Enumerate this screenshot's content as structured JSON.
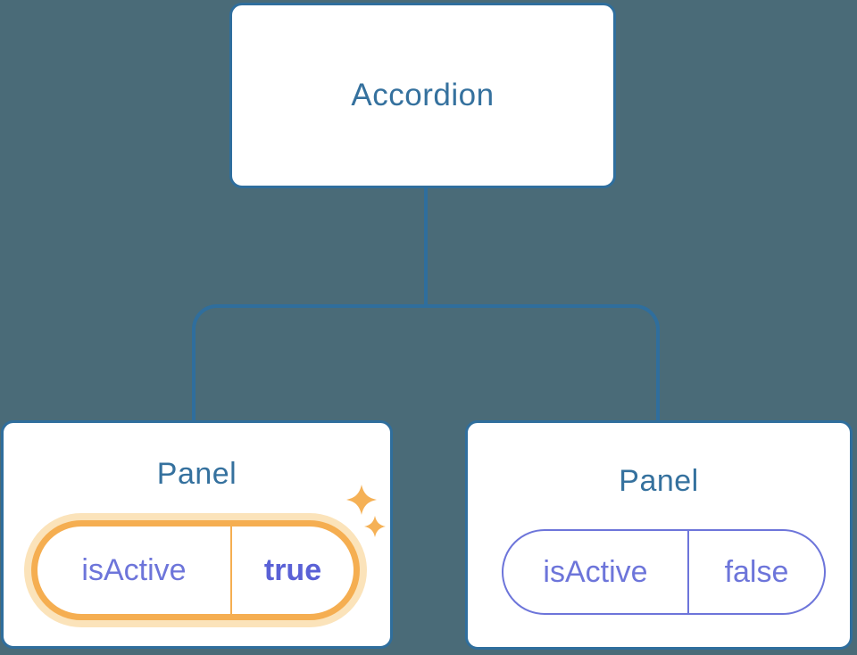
{
  "diagram": {
    "root": {
      "label": "Accordion"
    },
    "panels": [
      {
        "title": "Panel",
        "state": {
          "name": "isActive",
          "value": "true"
        },
        "highlighted": true,
        "badge_icon": "sparkles"
      },
      {
        "title": "Panel",
        "state": {
          "name": "isActive",
          "value": "false"
        },
        "highlighted": false
      }
    ]
  },
  "palette": {
    "bg": "#4a6b78",
    "blue": "#2f6e9d",
    "blue-text": "#35719e",
    "purple": "#6d75da",
    "purple-strong": "#5a61d6",
    "orange": "#f5ae51",
    "orange-glow": "#fbe3ba",
    "sparkle": "#f5b156"
  }
}
